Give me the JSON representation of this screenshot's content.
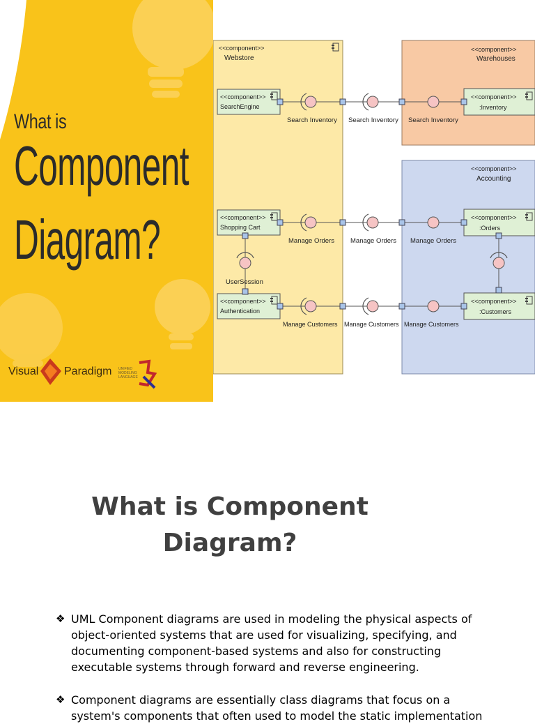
{
  "hero": {
    "line1": "What is",
    "line2": "Component",
    "line3": "Diagram?"
  },
  "brands": {
    "visual": "Visual",
    "paradigm": "Paradigm",
    "uml_small": "UNIFIED MODELING LANGUAGE"
  },
  "diagram": {
    "stereotype": "<<component>>",
    "containers": {
      "webstore": "Webstore",
      "warehouses": "Warehouses",
      "accounting": "Accounting"
    },
    "components": {
      "search_engine": "SearchEngine",
      "shopping_cart": "Shopping Cart",
      "authentication": "Authentication",
      "inventory": ":Inventory",
      "orders": ":Orders",
      "customers": ":Customers"
    },
    "interfaces": {
      "search_inventory": "Search Inventory",
      "manage_orders": "Manage Orders",
      "manage_customers": "Manage Customers",
      "user_session": "UserSession"
    }
  },
  "slide": {
    "title_line1": "What is Component",
    "title_line2": "Diagram?",
    "bullet_mark": "❖",
    "bullets": [
      "UML Component diagrams are used in modeling the physical aspects of object-oriented systems that are used for visualizing, specifying, and documenting component-based systems and also for constructing executable systems through forward and reverse engineering.",
      "Component diagrams are essentially class diagrams that focus on a system's components that often used to model the static implementation"
    ]
  },
  "colors": {
    "banner_yellow": "#f9c31a",
    "webstore_fill": "#fde9a7",
    "warehouse_fill": "#f8c9a4",
    "accounting_fill": "#cdd8ef",
    "component_fill": "#dff0d5",
    "interface_fill": "#f6c4c4"
  }
}
